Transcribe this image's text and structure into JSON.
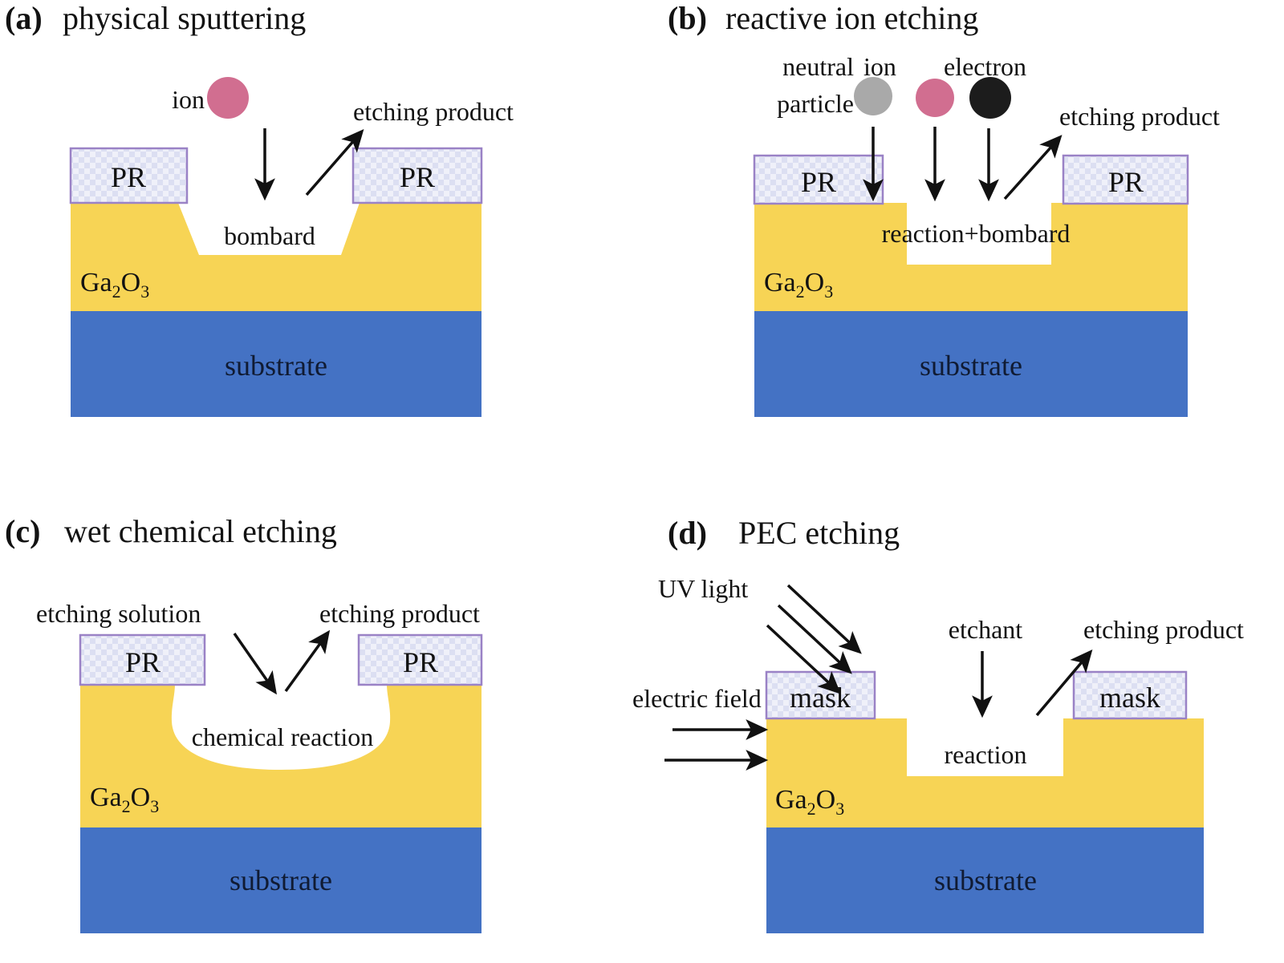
{
  "figure": {
    "kind": "schematic-diagram",
    "description": "Four-panel schematic of Ga2O3 etching mechanisms",
    "colors": {
      "ga2o3": "#F7D455",
      "substrate": "#4472C4",
      "pr_fill": "#EDEEF8",
      "pr_border": "#9A82C6",
      "ion_pink": "#D16E90",
      "neutral_gray": "#A9A9A9",
      "electron_black": "#1C1C1C",
      "arrow": "#111111",
      "background": "#FFFFFF"
    },
    "layer_labels": {
      "ga2o3_main": "Ga",
      "ga2o3_sub1": "2",
      "ga2o3_mid": "O",
      "ga2o3_sub2": "3",
      "substrate": "substrate"
    }
  },
  "panels": [
    {
      "id": "a",
      "tag": "(a)",
      "title": "physical sputtering",
      "mask_label": "PR",
      "mask_left_label": "PR",
      "mask_right_label": "PR",
      "process_label": "bombard",
      "ga2o3_label": "Ga2O3",
      "substrate_label": "substrate",
      "particles": [
        {
          "name": "ion",
          "label": "ion",
          "color": "#D16E90"
        }
      ],
      "annotations": [
        {
          "name": "incoming-label",
          "text": "ion"
        },
        {
          "name": "outgoing-label",
          "text": "etching product"
        },
        {
          "name": "process-label",
          "text": "bombard"
        }
      ],
      "trench": "trapezoid-tapered"
    },
    {
      "id": "b",
      "tag": "(b)",
      "title": "reactive ion etching",
      "mask_left_label": "PR",
      "mask_right_label": "PR",
      "process_label": "reaction+bombard",
      "ga2o3_label": "Ga2O3",
      "substrate_label": "substrate",
      "particles": [
        {
          "name": "neutral-particle",
          "label_line1": "neutral",
          "label_line2": "particle",
          "color": "#A9A9A9"
        },
        {
          "name": "ion",
          "label_line1": "ion",
          "label_line2": "",
          "color": "#D16E90"
        },
        {
          "name": "electron",
          "label_line1": "electron",
          "label_line2": "",
          "color": "#1C1C1C"
        }
      ],
      "annotations": [
        {
          "name": "neutral-particle-label-1",
          "text": "neutral"
        },
        {
          "name": "neutral-particle-label-2",
          "text": "particle"
        },
        {
          "name": "ion-label",
          "text": "ion"
        },
        {
          "name": "electron-label",
          "text": "electron"
        },
        {
          "name": "outgoing-label",
          "text": "etching product"
        },
        {
          "name": "process-label",
          "text": "reaction+bombard"
        }
      ],
      "trench": "rectangular-anisotropic"
    },
    {
      "id": "c",
      "tag": "(c)",
      "title": "wet chemical etching",
      "mask_left_label": "PR",
      "mask_right_label": "PR",
      "process_label": "chemical reaction",
      "ga2o3_label": "Ga2O3",
      "substrate_label": "substrate",
      "annotations": [
        {
          "name": "incoming-label",
          "text": "etching solution"
        },
        {
          "name": "outgoing-label",
          "text": "etching product"
        },
        {
          "name": "process-label",
          "text": "chemical reaction"
        }
      ],
      "trench": "isotropic-undercut-rounded"
    },
    {
      "id": "d",
      "tag": "(d)",
      "title": "PEC etching",
      "mask_left_label": "mask",
      "mask_right_label": "mask",
      "process_label": "reaction",
      "ga2o3_label": "Ga2O3",
      "substrate_label": "substrate",
      "annotations": [
        {
          "name": "uv-light-label",
          "text": "UV light"
        },
        {
          "name": "electric-field-label",
          "text": "electric field"
        },
        {
          "name": "etchant-label",
          "text": "etchant"
        },
        {
          "name": "outgoing-label",
          "text": "etching product"
        },
        {
          "name": "process-label",
          "text": "reaction"
        }
      ],
      "trench": "rectangular-anisotropic"
    }
  ]
}
